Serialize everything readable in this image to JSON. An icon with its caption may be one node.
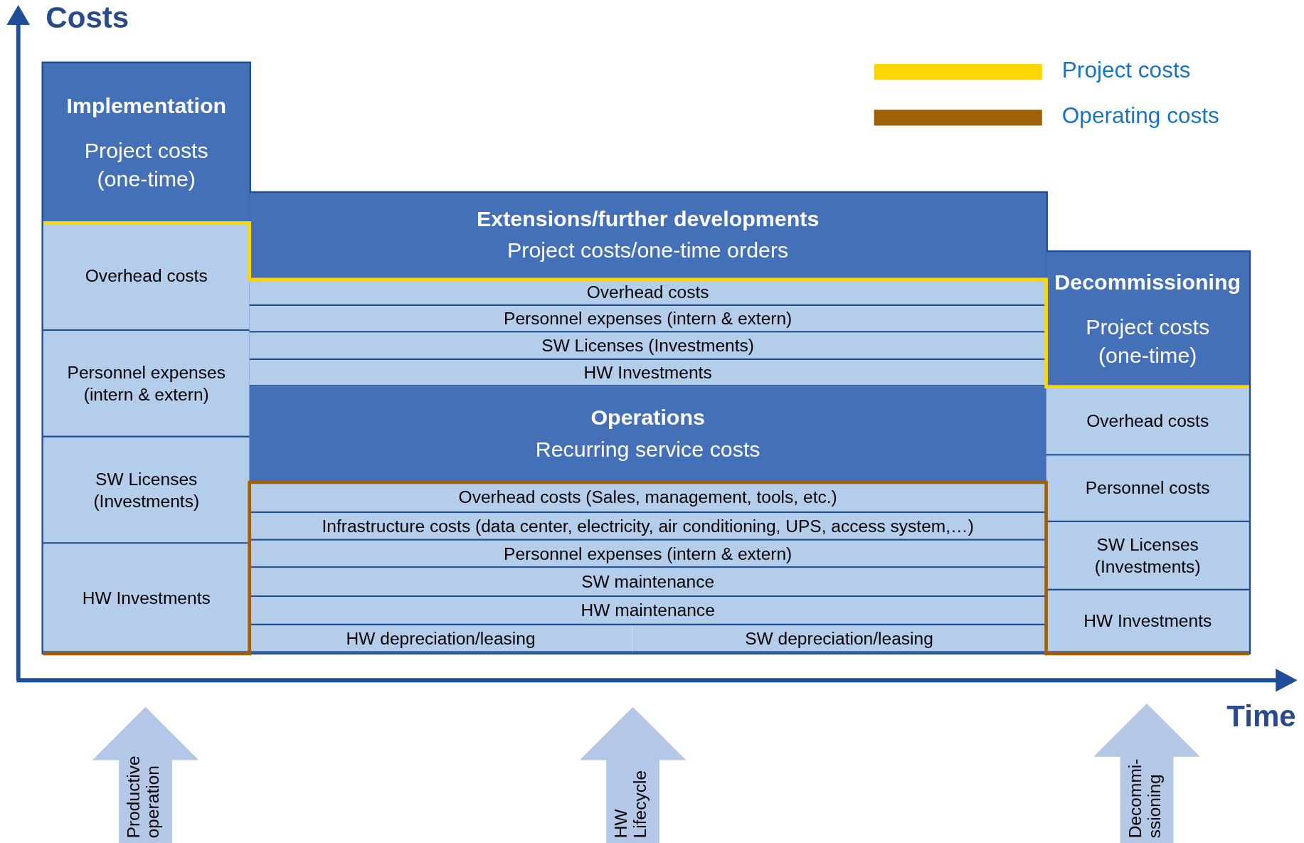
{
  "diagram": {
    "nodes": [
      {
        "text": [
          "Implementation",
          "Project costs (one-time)"
        ]
      },
      {
        "text": [
          "Overhead costs"
        ]
      },
      {
        "text": [
          "Personnel expenses (intern & extern)"
        ]
      },
      {
        "text": [
          "SW Licenses (Investments)"
        ]
      },
      {
        "text": [
          "HW Investments"
        ]
      },
      {
        "text": [
          "Extensions/further developments",
          "Project costs/one-time orders"
        ]
      },
      {
        "text": [
          "Overhead costs"
        ]
      },
      {
        "text": [
          "Personnel expenses (intern & extern)"
        ]
      },
      {
        "text": [
          "SW Licenses (Investments)"
        ]
      },
      {
        "text": [
          "HW Investments"
        ]
      },
      {
        "text": [
          "Operations",
          "Recurring service costs"
        ]
      },
      {
        "text": [
          "Overhead costs (Sales, management, tools, etc.)"
        ]
      },
      {
        "text": [
          "Infrastructure costs (data center, electricity, air conditioning, UPS, access system,…)"
        ]
      },
      {
        "text": [
          "Personnel expenses (intern & extern)"
        ]
      },
      {
        "text": [
          "SW maintenance"
        ]
      },
      {
        "text": [
          "HW maintenance"
        ]
      },
      {
        "text": [
          "HW depreciation/leasing"
        ]
      },
      {
        "text": [
          "SW depreciation/leasing"
        ]
      },
      {
        "text": [
          "Decommissioning",
          "Project costs (one-time)"
        ]
      },
      {
        "text": [
          "Overhead costs"
        ]
      },
      {
        "text": [
          "Personnel costs"
        ]
      },
      {
        "text": [
          "SW Licenses (Investments)"
        ]
      },
      {
        "text": [
          "HW Investments"
        ]
      },
      {
        "text": [
          "Productive operation"
        ]
      },
      {
        "text": [
          "HW Lifecycle"
        ]
      },
      {
        "text": [
          "Decommi- ssioning"
        ]
      }
    ],
    "labels": [
      "Costs",
      "Time"
    ],
    "legend": [
      {
        "text": "Project costs",
        "color": "#ffd700"
      },
      {
        "text": "Operating costs",
        "color": "#a0600a"
      }
    ]
  }
}
